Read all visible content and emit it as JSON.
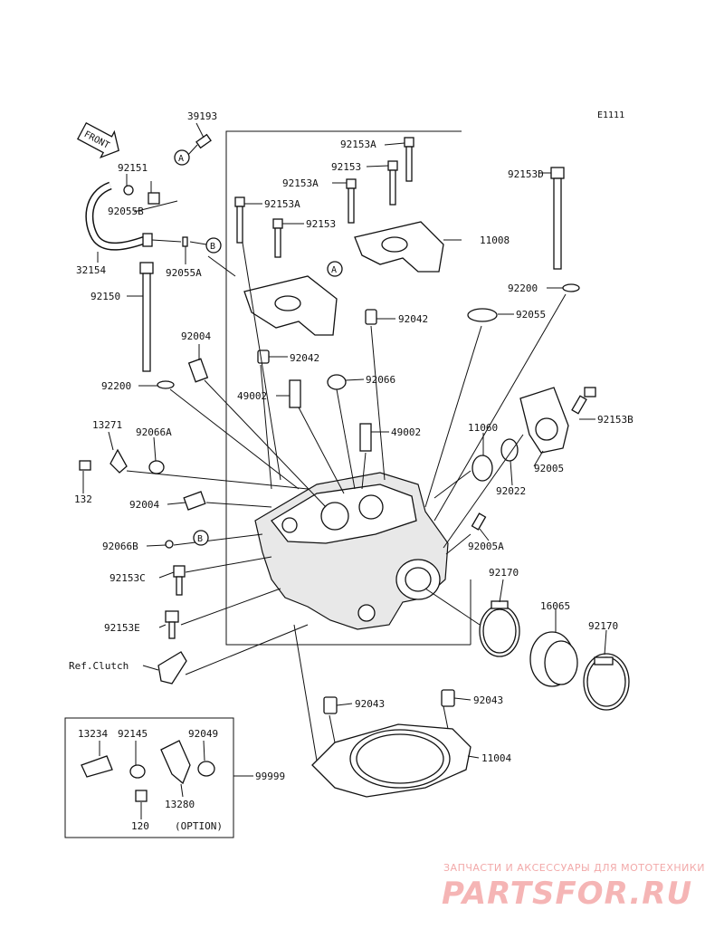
{
  "diagram": {
    "code": "E1111",
    "front_label": "FRONT",
    "callouts": {
      "a": "A",
      "b": "B"
    },
    "parts": {
      "p39193": "39193",
      "p92151": "92151",
      "p92055B": "92055B",
      "p32154": "32154",
      "p92055A": "92055A",
      "p92150": "92150",
      "p92153A_top": "92153A",
      "p92153_top": "92153",
      "p92153A_mid": "92153A",
      "p92153A_left": "92153A",
      "p92153_left": "92153",
      "p92153D": "92153D",
      "p11008": "11008",
      "p92042_a": "92042",
      "p92042_b": "92042",
      "p92200_right": "92200",
      "p92055": "92055",
      "p92004_top": "92004",
      "p92066": "92066",
      "p49002_a": "49002",
      "p49002_b": "49002",
      "p92200_left": "92200",
      "p92153B": "92153B",
      "p13271": "13271",
      "p92066A": "92066A",
      "p11060": "11060",
      "p92005": "92005",
      "p132": "132",
      "p92022": "92022",
      "p92004_mid": "92004",
      "p92066B": "92066B",
      "p92005A": "92005A",
      "p92153C": "92153C",
      "p92170_a": "92170",
      "p16065": "16065",
      "p92170_b": "92170",
      "p92153E": "92153E",
      "ref_clutch": "Ref.Clutch",
      "p92043_a": "92043",
      "p92043_b": "92043",
      "p11004": "11004",
      "p13234": "13234",
      "p92145": "92145",
      "p92049": "92049",
      "p99999": "99999",
      "p13280": "13280",
      "p120": "120",
      "option": "(OPTION)"
    }
  },
  "watermark": {
    "line1": "ЗАПЧАСТИ И АКСЕССУАРЫ ДЛЯ МОТОТЕХНИКИ",
    "line2": "PARTSFOR.RU"
  }
}
